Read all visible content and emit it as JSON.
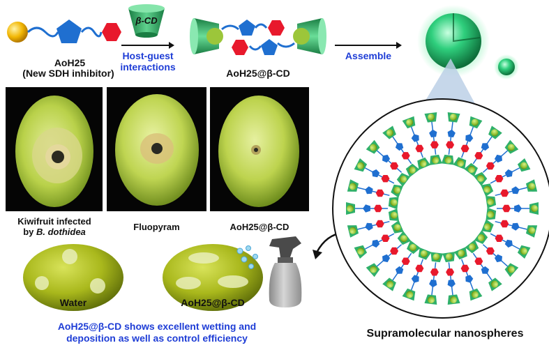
{
  "top": {
    "aoh25_name": "AoH25",
    "aoh25_desc": "(New SDH inhibitor)",
    "betacd_label": "β-CD",
    "hostguest_line1": "Host-guest",
    "hostguest_line2": "interactions",
    "complex_label": "AoH25@β-CD",
    "assemble_label": "Assemble"
  },
  "photos": {
    "caption1_line1": "Kiwifruit infected",
    "caption1_by": "by ",
    "caption1_species": "B. dothidea",
    "caption2": "Fluopyram",
    "caption3": "AoH25@β-CD"
  },
  "bottom": {
    "water_label": "Water",
    "complex_label": "AoH25@β-CD",
    "summary_line1": "AoH25@β-CD shows excellent wetting and",
    "summary_line2": "deposition as well as control efficiency",
    "nanosphere_label": "Supramolecular nanospheres"
  },
  "colors": {
    "gold": "#f2b705",
    "blue_pentagon": "#1f6fd0",
    "red_hexagon": "#e8192c",
    "green_cd": "#2fb06a",
    "highlight_blue": "#1e3dd6"
  }
}
